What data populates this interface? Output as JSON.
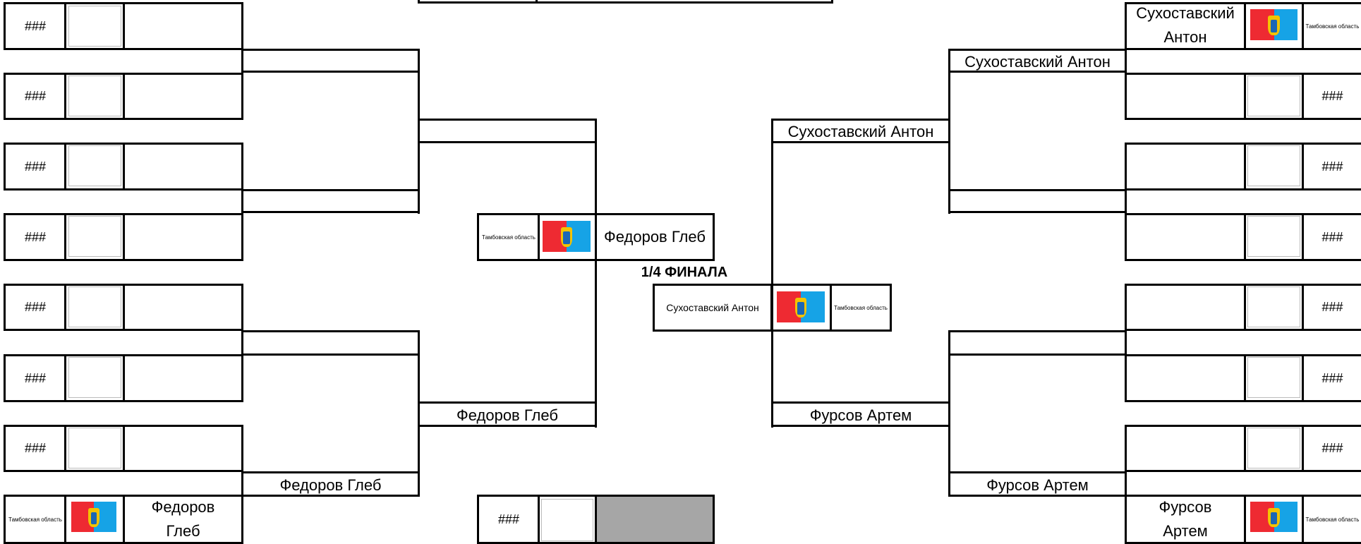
{
  "placeholder": "###",
  "region": "Тамбовская область",
  "stage_label": "1/4 ФИНАЛА",
  "left": {
    "slot8_line1": "Федоров",
    "slot8_line2": "Глеб",
    "r2_bottom": "Федоров Глеб",
    "r3_bottom": "Федоров Глеб",
    "semi_name": "Федоров Глеб"
  },
  "right": {
    "slot1_line1": "Сухоставский",
    "slot1_line2": "Антон",
    "slot8_line1": "Фурсов",
    "slot8_line2": "Артем",
    "r2_top": "Сухоставский Антон",
    "r2_bottom": "Фурсов Артем",
    "r3_top": "Сухоставский Антон",
    "r3_bottom": "Фурсов Артем"
  },
  "center": {
    "winner_name": "Сухоставский Антон"
  },
  "colors": {
    "flag_red": "#ee2a32",
    "flag_blue": "#16a3e6",
    "grey_fill": "#a6a6a6"
  },
  "icons": [
    "tambov-flag-icon"
  ]
}
